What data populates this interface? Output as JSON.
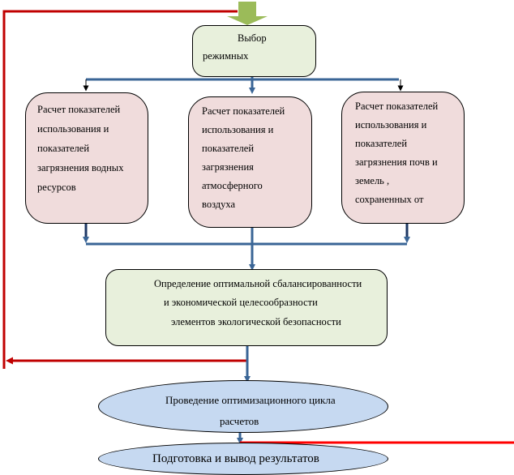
{
  "diagram": {
    "colors": {
      "feedback_line": "#c00000",
      "output_line": "#ff0000",
      "flow_line": "#3a6596",
      "start_arrow": "#9bbb59",
      "box_green": "#e8f0dc",
      "box_pink": "#f0dcdc",
      "box_blue": "#c6d9f1"
    },
    "nodes": {
      "select": {
        "line1": "Выбор",
        "line2": "режимных"
      },
      "water": {
        "lines": [
          "Расчет показателей",
          "использования и",
          "показателей",
          "загрязнения водных",
          "ресурсов"
        ]
      },
      "air": {
        "lines": [
          "Расчет показателей",
          "использования и",
          "показателей",
          "загрязнения",
          "атмосферного",
          "воздуха"
        ]
      },
      "soil": {
        "lines": [
          "Расчет показателей",
          "использования и",
          "показателей",
          "загрязнения почв и",
          "земель ,",
          "сохраненных от"
        ]
      },
      "optimum": {
        "lines": [
          "Определение оптимальной сбалансированности",
          "и экономической целесообразности",
          "элементов экологической безопасности"
        ]
      },
      "cycle": {
        "line1": "Проведение оптимизационного цикла",
        "line2": "расчетов"
      },
      "output": {
        "label": "Подготовка и вывод результатов"
      }
    }
  }
}
